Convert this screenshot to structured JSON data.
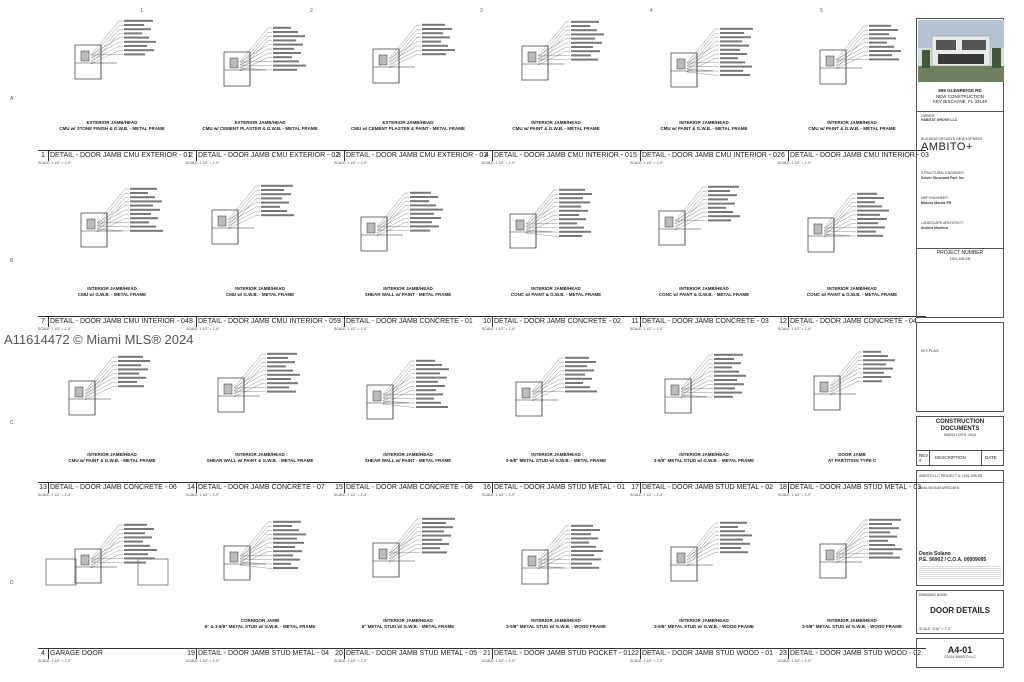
{
  "watermark": "A11614472 © Miami MLS® 2024",
  "grid_columns": [
    "1",
    "2",
    "3",
    "4",
    "5"
  ],
  "grid_rows": [
    "A",
    "B",
    "C",
    "D"
  ],
  "details": [
    {
      "num": "1",
      "title": "DETAIL - DOOR JAMB CMU EXTERIOR - 01",
      "caption1": "EXTERIOR JAMB/HEAD",
      "caption2": "CMU w/ STONE FINISH & G.W.B. - METAL FRAME",
      "scale": "SCALE: 1 1/2\" = 1'-0\""
    },
    {
      "num": "2",
      "title": "DETAIL - DOOR JAMB CMU EXTERIOR - 02",
      "caption1": "EXTERIOR JAMB/HEAD",
      "caption2": "CMU w/ CEMENT PLASTER & G.W.B. - METAL FRAME",
      "scale": "SCALE: 1 1/2\" = 1'-0\""
    },
    {
      "num": "3",
      "title": "DETAIL - DOOR JAMB CMU EXTERIOR - 03",
      "caption1": "EXTERIOR JAMB/HEAD",
      "caption2": "CMU w/ CEMENT PLASTER & PAINT - METAL FRAME",
      "scale": "SCALE: 1 1/2\" = 1'-0\""
    },
    {
      "num": "4",
      "title": "DETAIL - DOOR JAMB CMU INTERIOR - 01",
      "caption1": "INTERIOR JAMB/HEAD",
      "caption2": "CMU w/ PAINT & G.W.B. - METAL FRAME",
      "scale": "SCALE: 1 1/2\" = 1'-0\""
    },
    {
      "num": "5",
      "title": "DETAIL - DOOR JAMB CMU INTERIOR - 02",
      "caption1": "INTERIOR JAMB/HEAD",
      "caption2": "CMU w/ PAINT & G.W.B. - METAL FRAME",
      "scale": "SCALE: 1 1/2\" = 1'-0\""
    },
    {
      "num": "6",
      "title": "DETAIL - DOOR JAMB CMU INTERIOR - 03",
      "caption1": "INTERIOR JAMB/HEAD",
      "caption2": "CMU w/ PAINT & G.W.B. - METAL FRAME",
      "scale": "SCALE: 1 1/2\" = 1'-0\""
    },
    {
      "num": "7",
      "title": "DETAIL - DOOR JAMB CMU INTERIOR - 04",
      "caption1": "INTERIOR JAMB/HEAD",
      "caption2": "CMU w/ G.W.B. - METAL FRAME",
      "scale": "SCALE: 1 1/2\" = 1'-0\""
    },
    {
      "num": "8",
      "title": "DETAIL - DOOR JAMB CMU INTERIOR - 05",
      "caption1": "INTERIOR JAMB/HEAD",
      "caption2": "CMU w/ G.W.B. - METAL FRAME",
      "scale": "SCALE: 1 1/2\" = 1'-0\""
    },
    {
      "num": "9",
      "title": "DETAIL - DOOR JAMB CONCRETE - 01",
      "caption1": "INTERIOR JAMB/HEAD",
      "caption2": "SHEAR WALL w/ PAINT - METAL FRAME",
      "scale": "SCALE: 1 1/2\" = 1'-0\""
    },
    {
      "num": "10",
      "title": "DETAIL - DOOR JAMB CONCRETE - 02",
      "caption1": "INTERIOR JAMB/HEAD",
      "caption2": "CONC w/ PAINT & G.W.B. - METAL FRAME",
      "scale": "SCALE: 1 1/2\" = 1'-0\""
    },
    {
      "num": "11",
      "title": "DETAIL - DOOR JAMB CONCRETE - 03",
      "caption1": "INTERIOR JAMB/HEAD",
      "caption2": "CONC w/ PAINT & G.W.B. - METAL FRAME",
      "scale": "SCALE: 1 1/2\" = 1'-0\""
    },
    {
      "num": "12",
      "title": "DETAIL - DOOR JAMB CONCRETE - 04",
      "caption1": "INTERIOR JAMB/HEAD",
      "caption2": "CONC w/ PAINT & G.W.B. - METAL FRAME",
      "scale": "SCALE: 1 1/2\" = 1'-0\""
    },
    {
      "num": "13",
      "title": "DETAIL - DOOR JAMB CONCRETE - 06",
      "caption1": "INTERIOR JAMB/HEAD",
      "caption2": "CMU w/ PAINT & G.W.B. - METAL FRAME",
      "scale": "SCALE: 1 1/2\" = 1'-0\""
    },
    {
      "num": "14",
      "title": "DETAIL - DOOR JAMB CONCRETE - 07",
      "caption1": "INTERIOR JAMB/HEAD",
      "caption2": "SHEAR WALL w/ PAINT & G.W.B. - METAL FRAME",
      "scale": "SCALE: 1 1/2\" = 1'-0\""
    },
    {
      "num": "15",
      "title": "DETAIL - DOOR JAMB CONCRETE - 08",
      "caption1": "INTERIOR JAMB/HEAD",
      "caption2": "SHEAR WALL w/ PAINT - METAL FRAME",
      "scale": "SCALE: 1 1/2\" = 1'-0\""
    },
    {
      "num": "16",
      "title": "DETAIL - DOOR JAMB STUD METAL - 01",
      "caption1": "INTERIOR JAMB/HEAD",
      "caption2": "3-5/8\" METAL STUD w/ G.W.B. - METAL FRAME",
      "scale": "SCALE: 1 1/2\" = 1'-0\""
    },
    {
      "num": "17",
      "title": "DETAIL - DOOR JAMB STUD METAL - 02",
      "caption1": "INTERIOR JAMB/HEAD",
      "caption2": "3-5/8\" METAL STUD w/ G.W.B. - METAL FRAME",
      "scale": "SCALE: 1 1/2\" = 1'-0\""
    },
    {
      "num": "18",
      "title": "DETAIL - DOOR JAMB STUD METAL - 03",
      "caption1": "DOOR JAMB",
      "caption2": "AT PARTITION TYPE C",
      "scale": "SCALE: 1 1/2\" = 1'-0\""
    },
    {
      "num": "4",
      "title": "GARAGE DOOR",
      "caption1": "",
      "caption2": "",
      "scale": "SCALE: 1 1/2\" = 1'-0\""
    },
    {
      "num": "19",
      "title": "DETAIL - DOOR JAMB STUD METAL - 04",
      "caption1": "CORRIDOR JAMB",
      "caption2": "6\" & 3-5/8\" METAL STUD w/ G.W.B. - METAL FRAME",
      "scale": "SCALE: 1 1/2\" = 1'-0\""
    },
    {
      "num": "20",
      "title": "DETAIL - DOOR JAMB STUD METAL - 05",
      "caption1": "INTERIOR JAMB/HEAD",
      "caption2": "6\" METAL STUD w/ G.W.B. - METAL FRAME",
      "scale": "SCALE: 1 1/2\" = 1'-0\""
    },
    {
      "num": "21",
      "title": "DETAIL - DOOR JAMB STUD POCKET - 01",
      "caption1": "INTERIOR JAMB/HEAD",
      "caption2": "3-5/8\" METAL STUD w/ G.W.B. - WOOD FRAME",
      "scale": "SCALE: 1 1/2\" = 1'-0\""
    },
    {
      "num": "22",
      "title": "DETAIL - DOOR JAMB STUD WOOD - 01",
      "caption1": "INTERIOR JAMB/HEAD",
      "caption2": "3-5/8\" METAL STUD w/ G.W.B. - WOOD FRAME",
      "scale": "SCALE: 1 1/2\" = 1'-0\""
    },
    {
      "num": "23",
      "title": "DETAIL - DOOR JAMB STUD WOOD - 02",
      "caption1": "INTERIOR JAMB/HEAD",
      "caption2": "3-5/8\" METAL STUD w/ G.W.B. - WOOD FRAME",
      "scale": "SCALE: 1 1/2\" = 1'-0\""
    }
  ],
  "title_block": {
    "address": "599 GLENRIDGE RD",
    "project_type": "NEW CONSTRUCTION",
    "city": "KEY BISCAYNE, FL 33149",
    "owner_label": "OWNER:",
    "owner": "HABITAT GROVE LLC",
    "design_label": "BUILDING DESIGN & DEVELOPMENT",
    "firm": "AMBITO+",
    "structural_label": "STRUCTURAL ENGINEER:",
    "structural": "Solver Structural Part. Inc",
    "mep_label": "MEP ENGINEER:",
    "mep": "Marcos Morais PE",
    "landscape_label": "LANDSCAPE ARCHITECT:",
    "landscape": "Andres Montero",
    "project_number_label": "PROJECT NUMBER",
    "project_number": "1901-598-KB",
    "key_plan_label": "KEY PLAN:",
    "phase": "CONSTRUCTION DOCUMENTS",
    "date": "MARCH 20TH, 2024",
    "rev_label": "REV #",
    "desc_label": "DESCRIPTION",
    "date_label": "DATE",
    "project_ref": "AMBITO LLC PROJECT #: 1901-598-KB",
    "seal_label": "SEAL/SIGNATURE/DATE:",
    "engineer": "Denis Solano",
    "license": "P.E. 56902 / C.O.A. 00009095",
    "drawing_name_label": "DRAWING NAME:",
    "drawing_name": "DOOR DETAILS",
    "drawing_scale": "SCALE: 3/16\" = 1'-0\"",
    "sheet": "A4-01",
    "copyright": "©2024 AMBITO LLC"
  }
}
